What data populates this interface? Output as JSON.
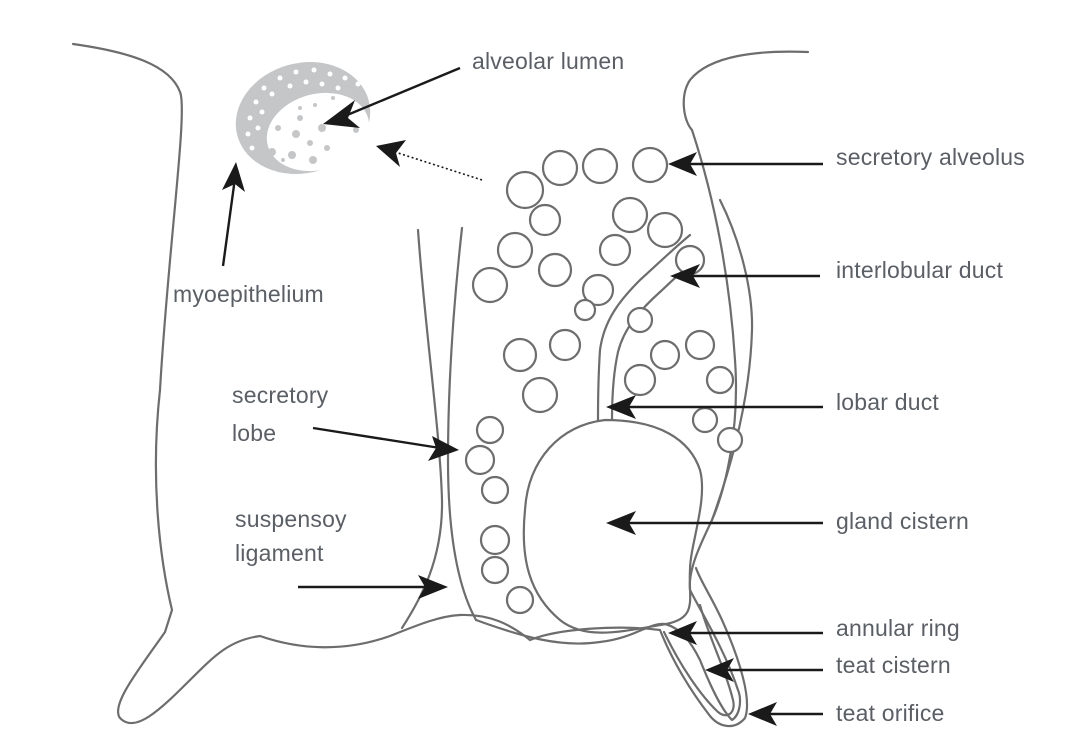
{
  "diagram": {
    "title": "Mammary gland anatomy",
    "colors": {
      "outline": "#6d6d6d",
      "arrow": "#1a1a1a",
      "label_text": "#5a5f66",
      "myoepithelium_fill": "#c4c6c8",
      "lumen_dots": "#c4c6c8"
    },
    "labels": {
      "alveolar_lumen": "alveolar lumen",
      "myoepithelium": "myoepithelium",
      "secretory_alveolus": "secretory alveolus",
      "interlobular_duct": "interlobular duct",
      "lobar_duct": "lobar duct",
      "secretory_lobe_line1": "secretory",
      "secretory_lobe_line2": "lobe",
      "suspensory_ligament_line1": "suspensoy",
      "suspensory_ligament_line2": "ligament",
      "gland_cistern": "gland cistern",
      "annular_ring": "annular ring",
      "teat_cistern": "teat cistern",
      "teat_orifice": "teat orifice"
    }
  }
}
